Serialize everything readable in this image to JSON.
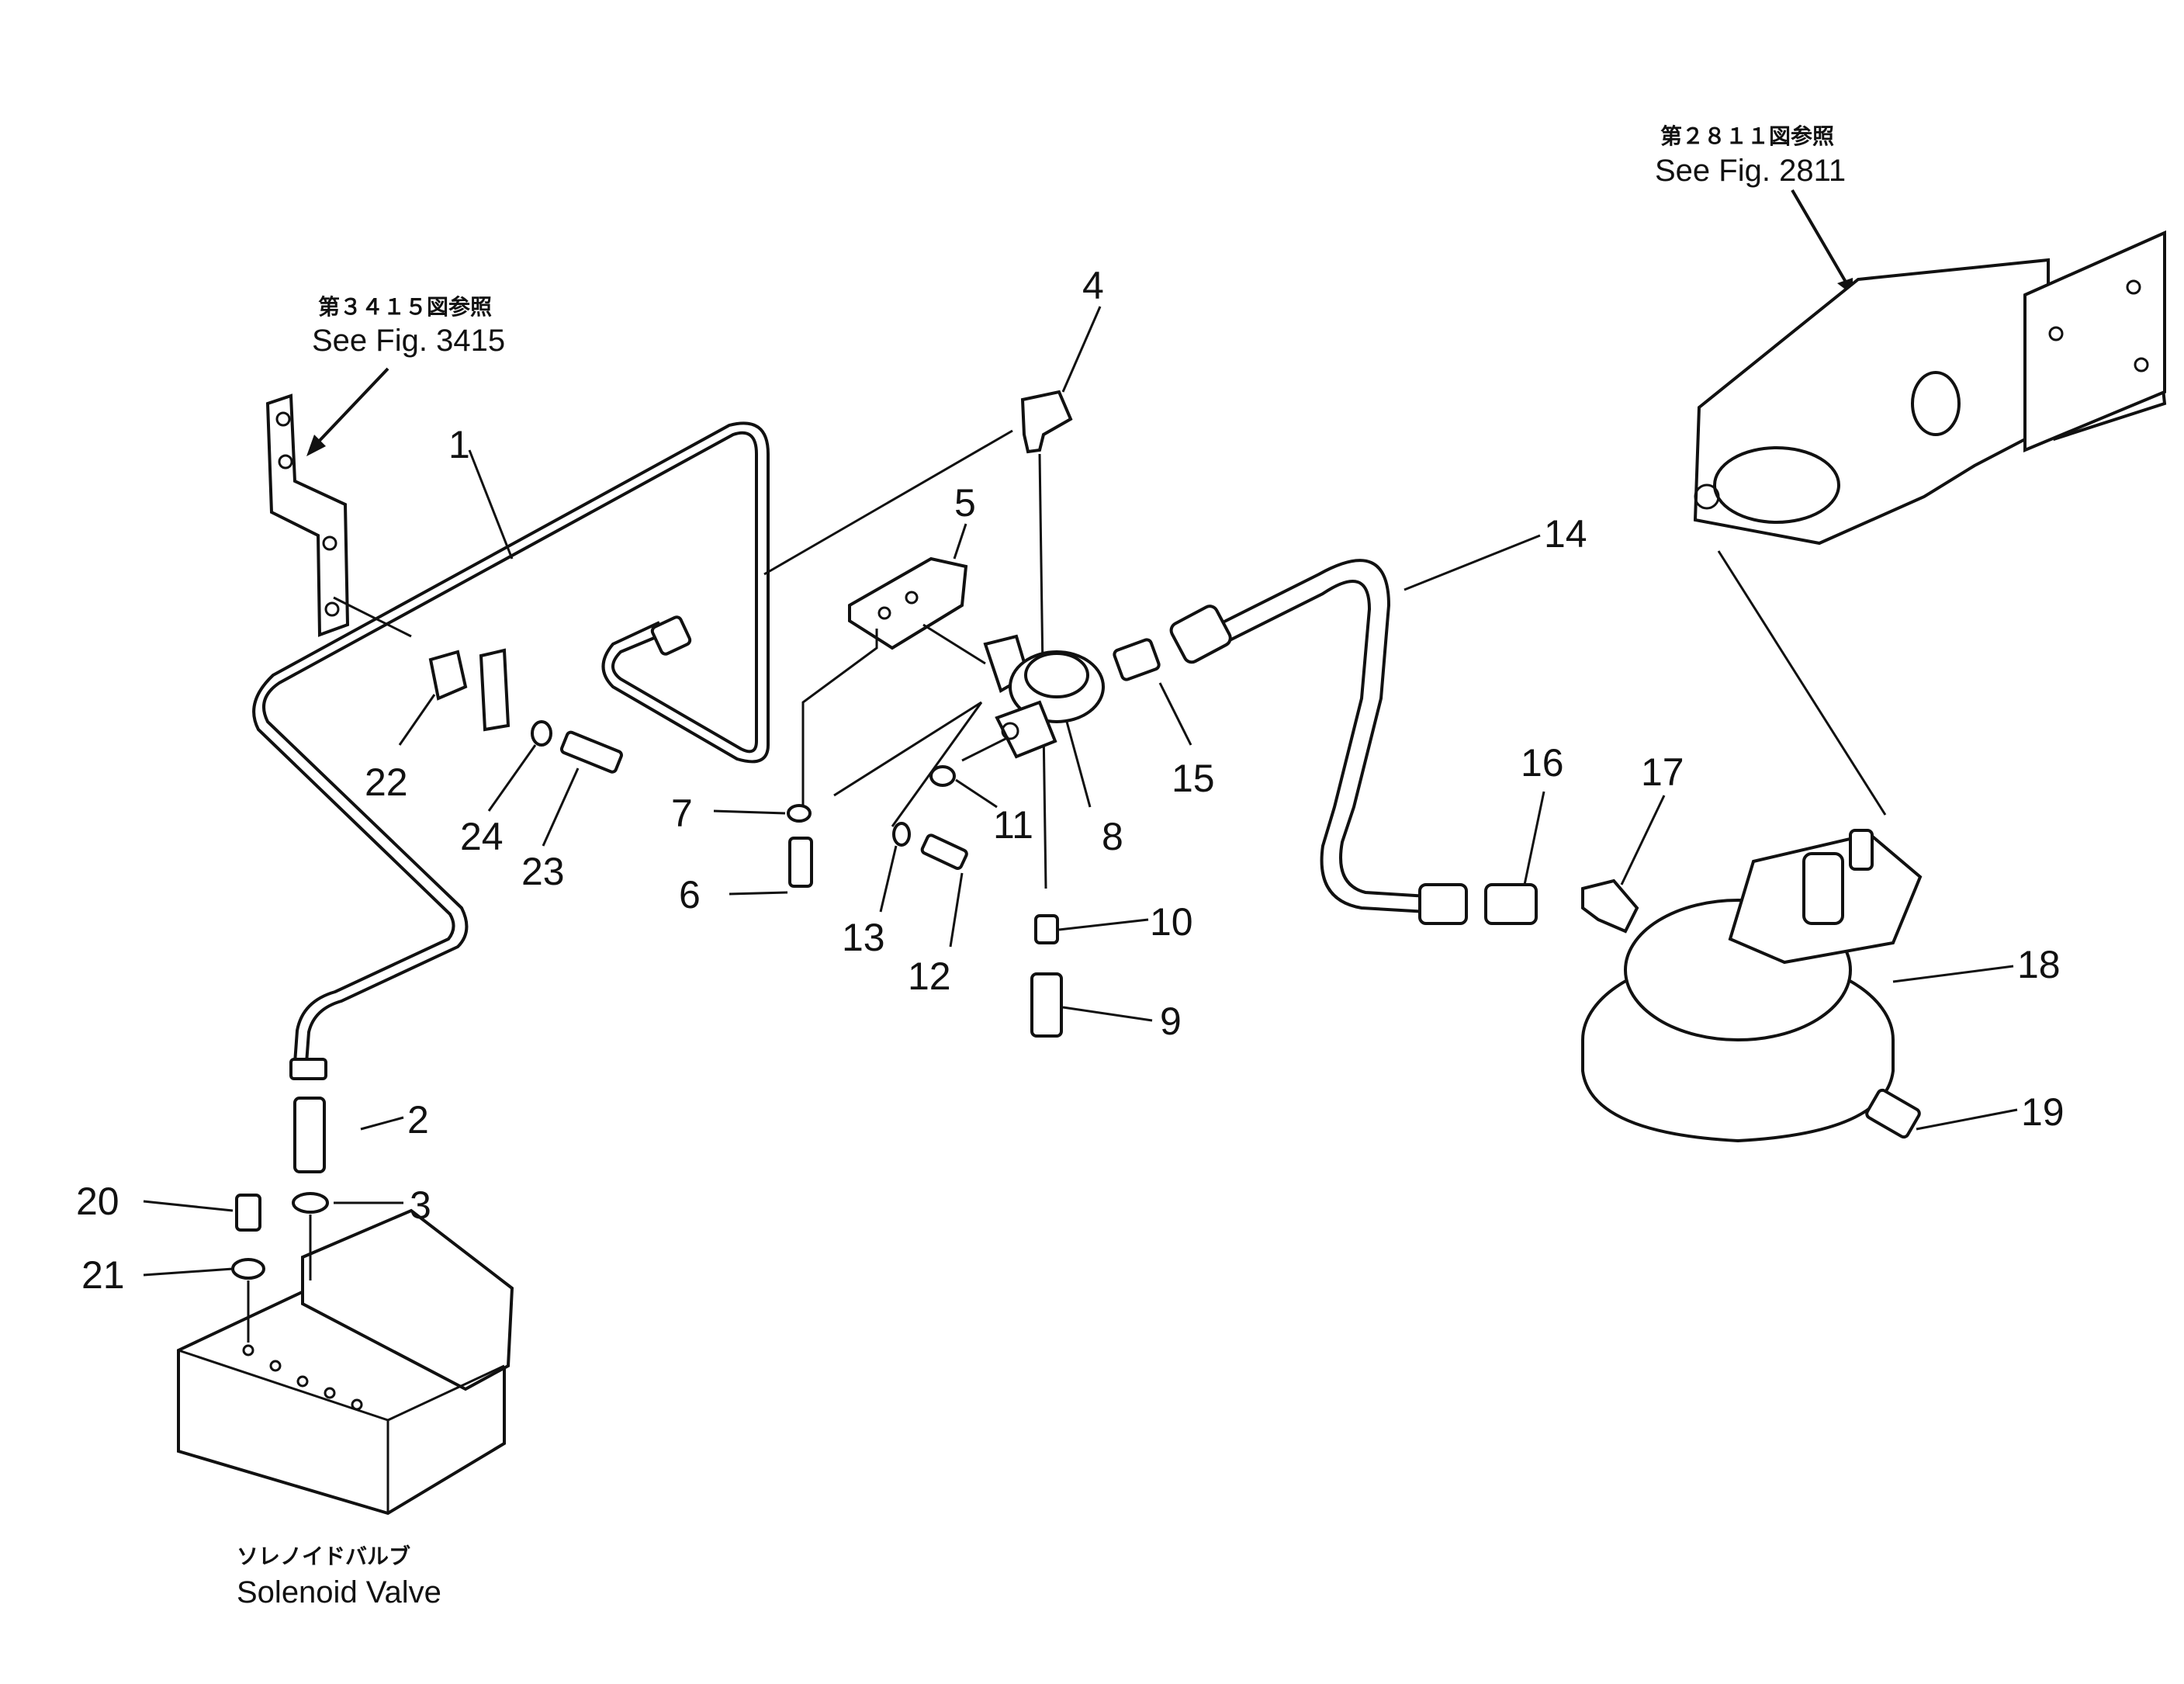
{
  "references": [
    {
      "jp": "第３４１５図参照",
      "en": "See Fig. 3415"
    },
    {
      "jp": "第２８１１図参照",
      "en": "See Fig. 2811"
    }
  ],
  "solenoid_valve": {
    "jp": "ソレノイドバルブ",
    "en": "Solenoid  Valve"
  },
  "callouts": [
    "1",
    "2",
    "3",
    "4",
    "5",
    "6",
    "7",
    "8",
    "9",
    "10",
    "11",
    "12",
    "13",
    "14",
    "15",
    "16",
    "17",
    "18",
    "19",
    "20",
    "21",
    "22",
    "23",
    "24"
  ]
}
